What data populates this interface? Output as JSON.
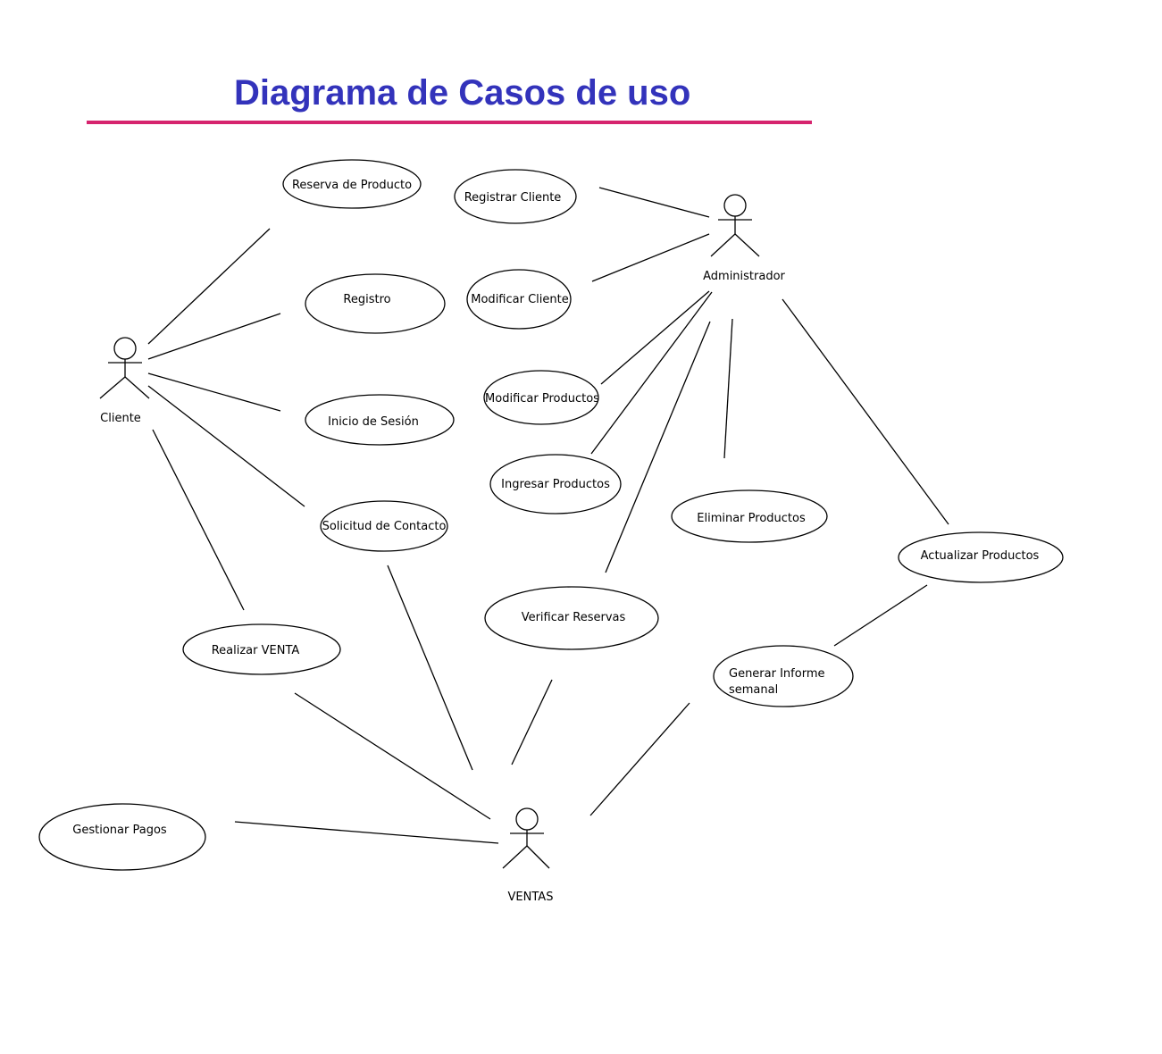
{
  "title": "Diagrama de Casos de uso",
  "colors": {
    "title": "#3333bb",
    "underline": "#d6246e",
    "lines": "#000000"
  },
  "actors": {
    "cliente": "Cliente",
    "administrador": "Administrador",
    "ventas": "VENTAS"
  },
  "use_cases": {
    "reserva_producto": "Reserva de Producto",
    "registrar_cliente": "Registrar Cliente",
    "registro": "Registro",
    "modificar_cliente": "Modificar Cliente",
    "inicio_sesion": "Inicio de Sesión",
    "modificar_productos": "Modificar Productos",
    "ingresar_productos": "Ingresar Productos",
    "solicitud_contacto": "Solicitud de Contacto",
    "eliminar_productos": "Eliminar Productos",
    "actualizar_productos": "Actualizar Productos",
    "verificar_reservas": "Verificar Reservas",
    "realizar_venta": "Realizar VENTA",
    "generar_informe_1": "Generar Informe",
    "generar_informe_2": "semanal",
    "gestionar_pagos": "Gestionar Pagos"
  },
  "associations": [
    [
      "cliente",
      "reserva_producto"
    ],
    [
      "cliente",
      "registro"
    ],
    [
      "cliente",
      "inicio_sesion"
    ],
    [
      "cliente",
      "solicitud_contacto"
    ],
    [
      "cliente",
      "realizar_venta"
    ],
    [
      "administrador",
      "registrar_cliente"
    ],
    [
      "administrador",
      "modificar_cliente"
    ],
    [
      "administrador",
      "modificar_productos"
    ],
    [
      "administrador",
      "ingresar_productos"
    ],
    [
      "administrador",
      "verificar_reservas"
    ],
    [
      "administrador",
      "eliminar_productos"
    ],
    [
      "administrador",
      "actualizar_productos"
    ],
    [
      "actualizar_productos",
      "generar_informe"
    ],
    [
      "ventas",
      "realizar_venta"
    ],
    [
      "ventas",
      "solicitud_contacto"
    ],
    [
      "ventas",
      "verificar_reservas"
    ],
    [
      "ventas",
      "generar_informe"
    ],
    [
      "ventas",
      "gestionar_pagos"
    ]
  ]
}
